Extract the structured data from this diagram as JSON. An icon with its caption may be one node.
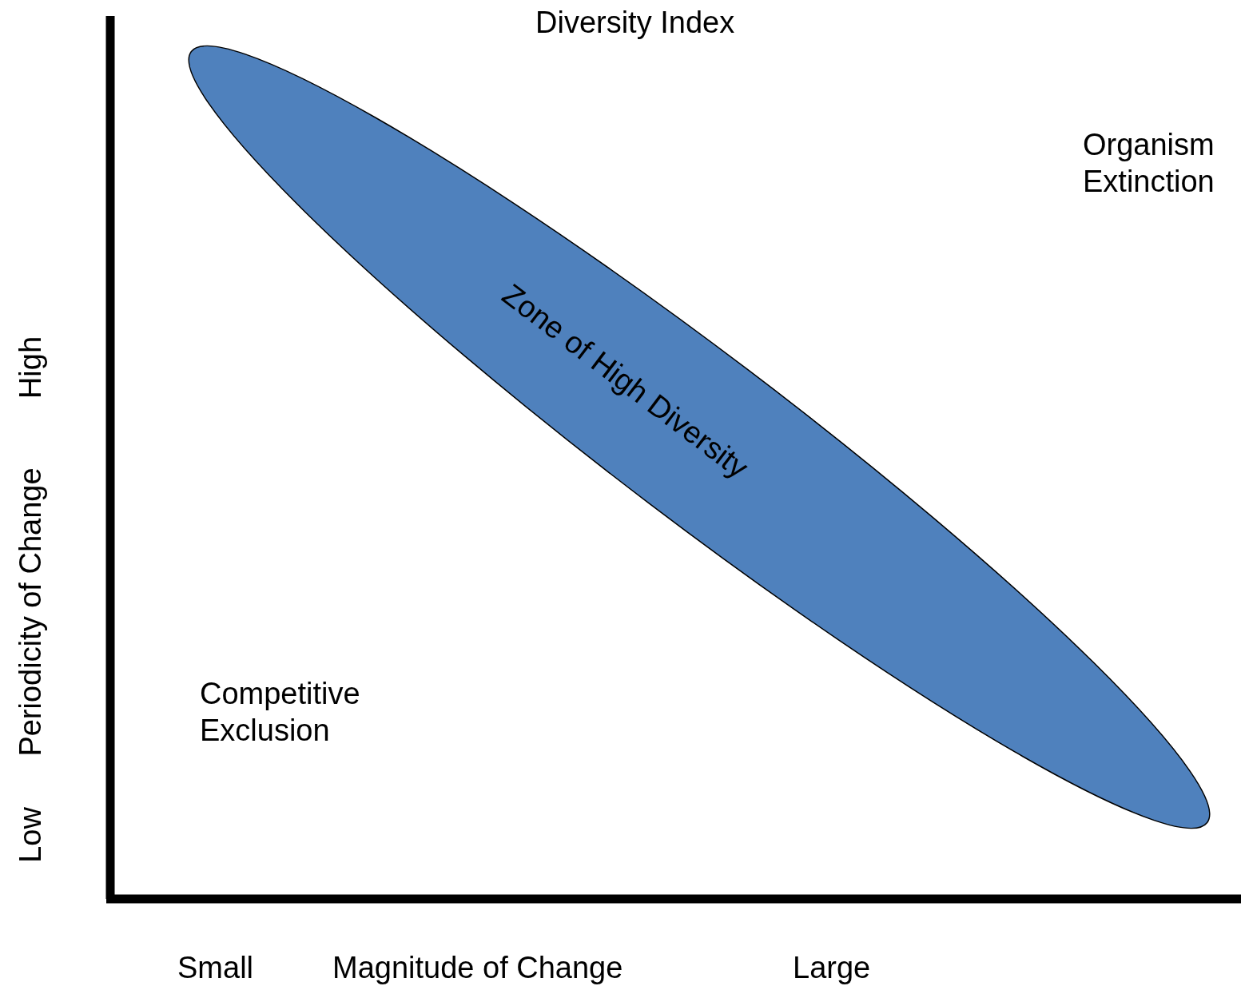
{
  "diagram": {
    "title": "Diversity Index",
    "nodes": [
      {
        "text": [
          "Zone of High Diversity"
        ]
      }
    ],
    "edges": [],
    "labels": [
      "Organism Extinction",
      "High",
      "Periodicity of Change",
      "Low",
      "Competitive Exclusion",
      "Small",
      "Magnitude of Change",
      "Large"
    ]
  }
}
